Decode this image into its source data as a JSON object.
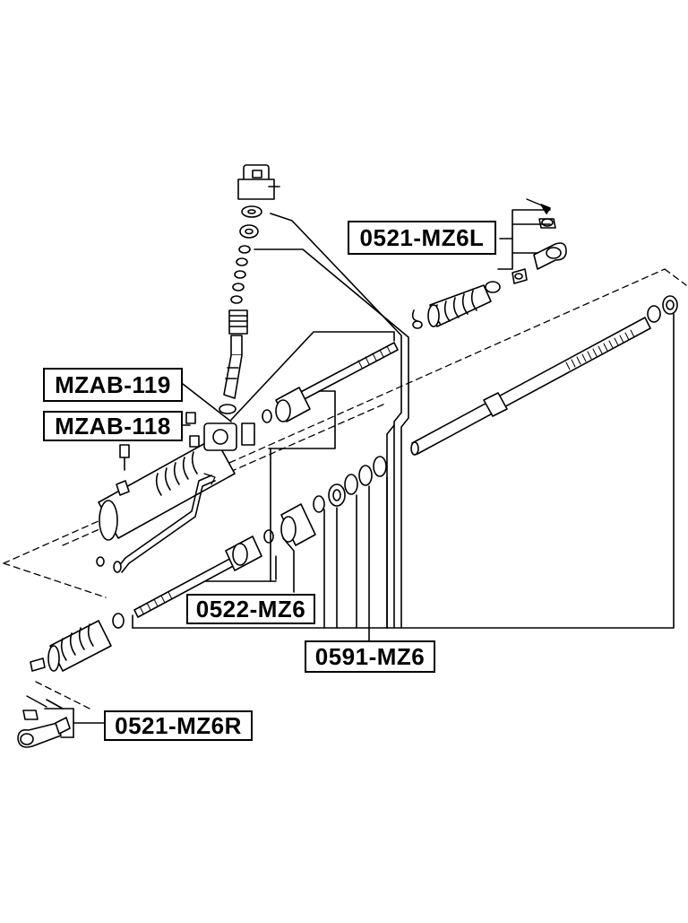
{
  "diagram": {
    "labels": {
      "tie_rod_end_left": "0521-MZ6L",
      "bushing_119": "MZAB-119",
      "bushing_118": "MZAB-118",
      "inner_tie_rod": "0522-MZ6",
      "repair_kit": "0591-MZ6",
      "tie_rod_end_right": "0521-MZ6R"
    },
    "colors": {
      "line": "#000000",
      "background": "#ffffff"
    }
  }
}
